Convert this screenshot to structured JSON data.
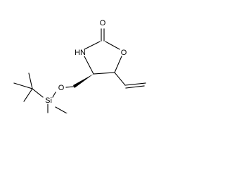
{
  "molecule": {
    "atoms": {
      "carbonyl_oxygen": "O",
      "ring_oxygen": "O",
      "ring_nitrogen": "HN",
      "ether_oxygen": "O",
      "silicon": "Si"
    },
    "bond_color": "#000000"
  }
}
